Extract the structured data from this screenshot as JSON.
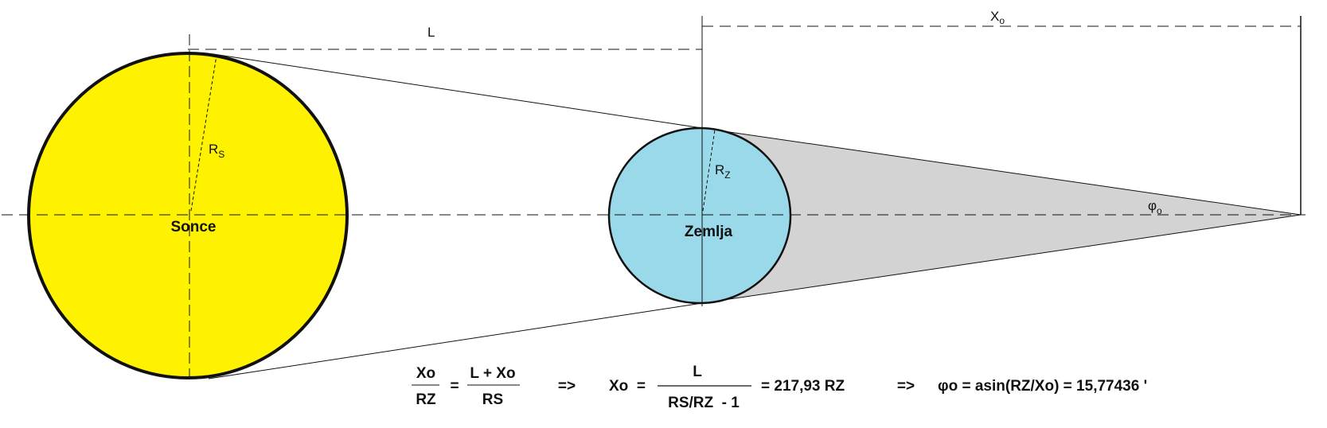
{
  "colors": {
    "sun": "#fff200",
    "earth": "#99d9ea",
    "shadow": "#d3d3d3",
    "line": "#111111"
  },
  "labels": {
    "L": "L",
    "Xo": "X",
    "Xo_sub": "o",
    "Rs": "R",
    "Rs_sub": "S",
    "Rz": "R",
    "Rz_sub": "Z",
    "phi": "φ",
    "phi_sub": "o",
    "sun": "Sonce",
    "earth": "Zemlja"
  },
  "formula": {
    "f1_num": "Xo",
    "f1_den": "RZ",
    "eq1": "=",
    "f2_num": "L + Xo",
    "f2_den": "RS",
    "arrow1": "=>",
    "xo_lhs": "Xo  =",
    "f3_num": "L",
    "f3_den": "RS/RZ  - 1",
    "result1": "= 217,93 RZ",
    "arrow2": "=>",
    "phi_expr": "φo = asin(RZ/Xo) = 15,77436 '"
  }
}
